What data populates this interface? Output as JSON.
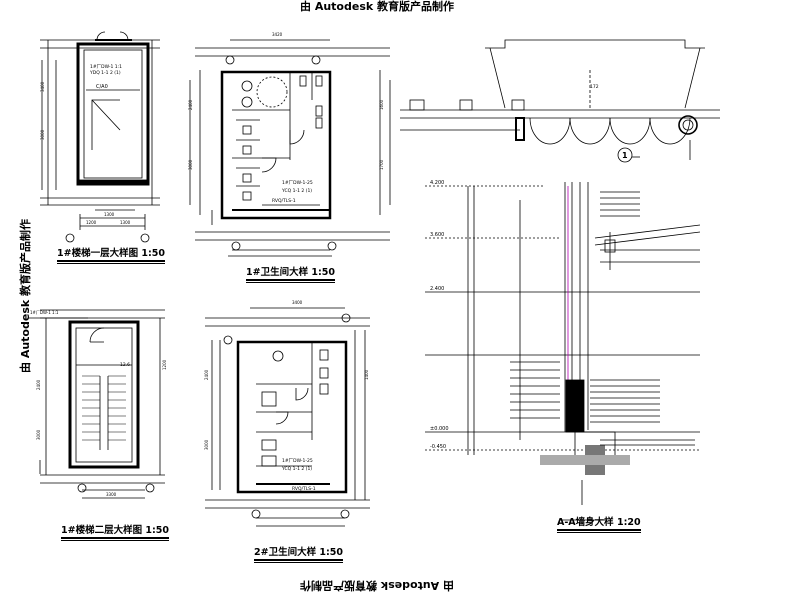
{
  "watermark": {
    "text": "由 Autodesk 教育版产品制作"
  },
  "drawings": [
    {
      "id": "stair1-floor1",
      "title": "1#楼梯一层大样图 1:50"
    },
    {
      "id": "wc1",
      "title": "1#卫生间大样 1:50"
    },
    {
      "id": "stair1-floor2",
      "title": "1#楼梯二层大样图 1:50"
    },
    {
      "id": "wc2",
      "title": "2#卫生间大样 1:50"
    },
    {
      "id": "wall-section",
      "title": "A-A墙身大样 1:20"
    }
  ],
  "detail_marker": {
    "number": "1",
    "sheet": "--"
  },
  "elevation_marks": [
    "4.200",
    "3.600",
    "2.400",
    "±0.000",
    "-0.450"
  ],
  "notes": [
    "C/A0"
  ]
}
